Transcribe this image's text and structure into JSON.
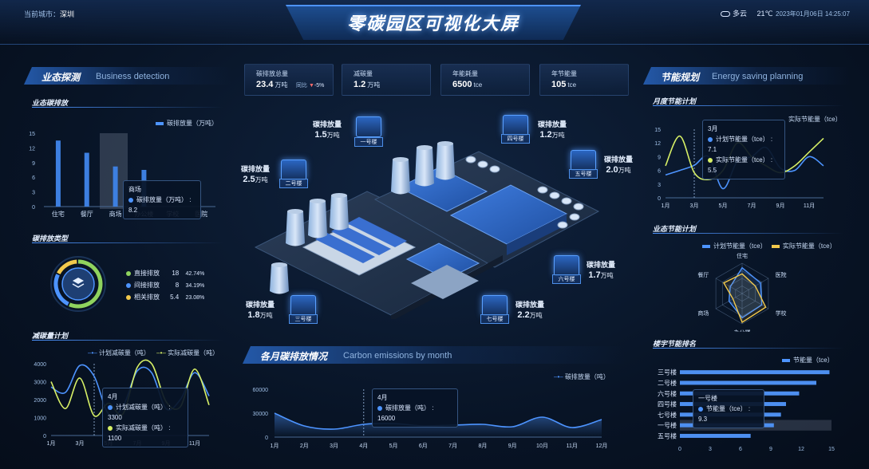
{
  "header": {
    "city_label": "当前城市：",
    "city": "深圳",
    "title": "零碳园区可视化大屏",
    "weather": "多云",
    "temperature": "21℃",
    "datetime": "2023年01月06日 14:25:07"
  },
  "left": {
    "panel_title": "业态探测",
    "panel_title_en": "Business detection",
    "bar_section": {
      "title": "业态碳排放",
      "legend": "碳排放量（万吨）",
      "y_ticks": [
        "15",
        "12",
        "9",
        "6",
        "3",
        "0"
      ],
      "tooltip_title": "商场",
      "tooltip_label": "碳排放量（万吨）",
      "tooltip_value": "8.2"
    },
    "donut_section": {
      "title": "碳排放类型",
      "items": [
        {
          "label": "直接排放",
          "value": "18",
          "pct": "42.74%",
          "color": "#8fd35e"
        },
        {
          "label": "间接排放",
          "value": "8",
          "pct": "34.19%",
          "color": "#4d94ff"
        },
        {
          "label": "相关排放",
          "value": "5.4",
          "pct": "23.08%",
          "color": "#f2c94c"
        }
      ]
    },
    "line_section": {
      "title": "减碳量计划",
      "legend_plan": "计划减碳量（吨）",
      "legend_actual": "实际减碳量（吨）",
      "y_ticks": [
        "4000",
        "3000",
        "2000",
        "1000",
        "0"
      ],
      "x_ticks": [
        "1月",
        "3月",
        "5月",
        "7月",
        "9月",
        "11月"
      ],
      "tooltip_title": "4月",
      "tooltip_plan_label": "计划减碳量（吨）",
      "tooltip_plan_value": "3300",
      "tooltip_actual_label": "实际减碳量（吨）",
      "tooltip_actual_value": "1100"
    }
  },
  "kpis": [
    {
      "label": "碳排放总量",
      "value": "23.4",
      "unit": "万吨",
      "extra": "同比",
      "delta": "-5%"
    },
    {
      "label": "减碳量",
      "value": "1.2",
      "unit": "万吨"
    },
    {
      "label": "年能耗量",
      "value": "6500",
      "unit": "tce"
    },
    {
      "label": "年节能量",
      "value": "105",
      "unit": "tce"
    }
  ],
  "map_tags": [
    {
      "label": "碳排放量",
      "value": "1.5",
      "unit": "万吨",
      "building": "一号楼"
    },
    {
      "label": "碳排放量",
      "value": "1.2",
      "unit": "万吨",
      "building": "四号楼"
    },
    {
      "label": "碳排放量",
      "value": "2.0",
      "unit": "万吨",
      "building": "五号楼"
    },
    {
      "label": "碳排放量",
      "value": "2.5",
      "unit": "万吨",
      "building": "二号楼"
    },
    {
      "label": "碳排放量",
      "value": "1.7",
      "unit": "万吨",
      "building": "六号楼"
    },
    {
      "label": "碳排放量",
      "value": "1.8",
      "unit": "万吨",
      "building": "三号楼"
    },
    {
      "label": "碳排放量",
      "value": "2.2",
      "unit": "万吨",
      "building": "七号楼"
    }
  ],
  "bottom": {
    "panel_title": "各月碳排放情况",
    "panel_title_en": "Carbon emissions by month",
    "legend": "碳排放量（吨）",
    "y_ticks": [
      "60000",
      "30000",
      "0"
    ],
    "tooltip_title": "4月",
    "tooltip_label": "碳排放量（吨）",
    "tooltip_value": "16000"
  },
  "right": {
    "panel_title": "节能规划",
    "panel_title_en": "Energy saving planning",
    "monthly": {
      "title": "月度节能计划",
      "legend": "实际节能量（tce）",
      "y_ticks": [
        "15",
        "12",
        "9",
        "6",
        "3",
        "0"
      ],
      "x_ticks": [
        "1月",
        "3月",
        "5月",
        "7月",
        "9月",
        "11月"
      ],
      "tooltip_title": "3月",
      "tooltip_plan_label": "计划节能量（tce）",
      "tooltip_plan_value": "7.1",
      "tooltip_actual_label": "实际节能量（tce）",
      "tooltip_actual_value": "5.5"
    },
    "radar": {
      "title": "业态节能计划",
      "legend_plan": "计划节能量（tce）",
      "legend_actual": "实际节能量（tce）",
      "axes": [
        "住宅",
        "医院",
        "学校",
        "办公楼",
        "商场",
        "餐厅"
      ]
    },
    "ranking": {
      "title": "楼宇节能排名",
      "legend": "节能量（tce）",
      "x_ticks": [
        "0",
        "3",
        "6",
        "9",
        "12",
        "15"
      ],
      "tooltip_title": "一号楼",
      "tooltip_label": "节能量（tce）",
      "tooltip_value": "9.3"
    }
  },
  "chart_data": [
    {
      "type": "bar",
      "title": "业态碳排放",
      "categories": [
        "住宅",
        "餐厅",
        "商场",
        "办公楼",
        "学校",
        "医院"
      ],
      "series": [
        {
          "name": "碳排放量（万吨）",
          "values": [
            13.5,
            11,
            8.2,
            7.5,
            0,
            0
          ]
        }
      ],
      "ylim": [
        0,
        15
      ]
    },
    {
      "type": "pie",
      "title": "碳排放类型",
      "categories": [
        "直接排放",
        "间接排放",
        "相关排放"
      ],
      "values": [
        18,
        8,
        5.4
      ]
    },
    {
      "type": "line",
      "title": "减碳量计划",
      "categories": [
        "1月",
        "2月",
        "3月",
        "4月",
        "5月",
        "6月",
        "7月",
        "8月",
        "9月",
        "10月",
        "11月",
        "12月"
      ],
      "series": [
        {
          "name": "计划减碳量（吨）",
          "values": [
            2700,
            2400,
            3900,
            3300,
            1200,
            1600,
            3600,
            3500,
            1500,
            2000,
            3500,
            2200
          ]
        },
        {
          "name": "实际减碳量（吨）",
          "values": [
            3000,
            1500,
            3200,
            1100,
            1800,
            1200,
            3800,
            4000,
            1900,
            1600,
            3700,
            1700
          ]
        }
      ],
      "ylim": [
        0,
        4000
      ]
    },
    {
      "type": "area",
      "title": "各月碳排放情况",
      "categories": [
        "1月",
        "2月",
        "3月",
        "4月",
        "5月",
        "6月",
        "7月",
        "8月",
        "9月",
        "10月",
        "11月",
        "12月"
      ],
      "series": [
        {
          "name": "碳排放量（吨）",
          "values": [
            30000,
            14000,
            10000,
            16000,
            17000,
            14000,
            15000,
            16000,
            13000,
            25000,
            12000,
            22000
          ]
        }
      ],
      "ylim": [
        0,
        60000
      ]
    },
    {
      "type": "line",
      "title": "月度节能计划",
      "categories": [
        "1月",
        "2月",
        "3月",
        "4月",
        "5月",
        "6月",
        "7月",
        "8月",
        "9月",
        "10月",
        "11月",
        "12月"
      ],
      "series": [
        {
          "name": "计划节能量（tce）",
          "values": [
            5,
            6,
            7.1,
            9,
            2,
            8,
            9,
            11,
            6.5,
            6,
            9,
            7
          ]
        },
        {
          "name": "实际节能量（tce）",
          "values": [
            7,
            13.5,
            5.5,
            4,
            6,
            12,
            9,
            7,
            5.5,
            7,
            10,
            13
          ]
        }
      ],
      "ylim": [
        0,
        15
      ]
    },
    {
      "type": "radar",
      "title": "业态节能计划",
      "categories": [
        "住宅",
        "医院",
        "学校",
        "办公楼",
        "商场",
        "餐厅"
      ],
      "series": [
        {
          "name": "计划节能量（tce）",
          "values": [
            0.85,
            0.7,
            0.75,
            0.8,
            0.5,
            0.45
          ]
        },
        {
          "name": "实际节能量（tce）",
          "values": [
            0.65,
            0.5,
            0.9,
            0.95,
            0.35,
            0.7
          ]
        }
      ],
      "ylim": [
        0,
        1
      ]
    },
    {
      "type": "bar",
      "title": "楼宇节能排名",
      "categories": [
        "三号楼",
        "二号楼",
        "六号楼",
        "四号楼",
        "七号楼",
        "一号楼",
        "五号楼"
      ],
      "series": [
        {
          "name": "节能量（tce）",
          "values": [
            14.8,
            13.5,
            11.8,
            10.5,
            10,
            9.3,
            7
          ]
        }
      ],
      "xlim": [
        0,
        15
      ]
    }
  ]
}
